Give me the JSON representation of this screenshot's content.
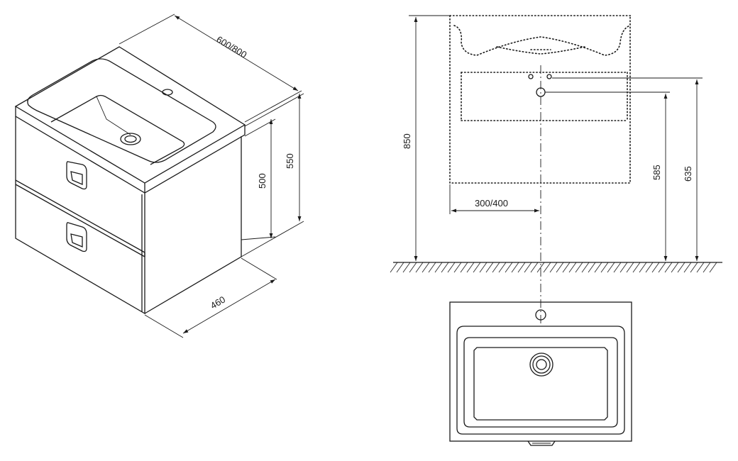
{
  "dimensions": {
    "width_label": "600/800",
    "height_550": "550",
    "height_500": "500",
    "depth_label": "460",
    "total_height": "850",
    "drain_offset": "300/400",
    "drain_height": "585",
    "connection_height": "635"
  }
}
